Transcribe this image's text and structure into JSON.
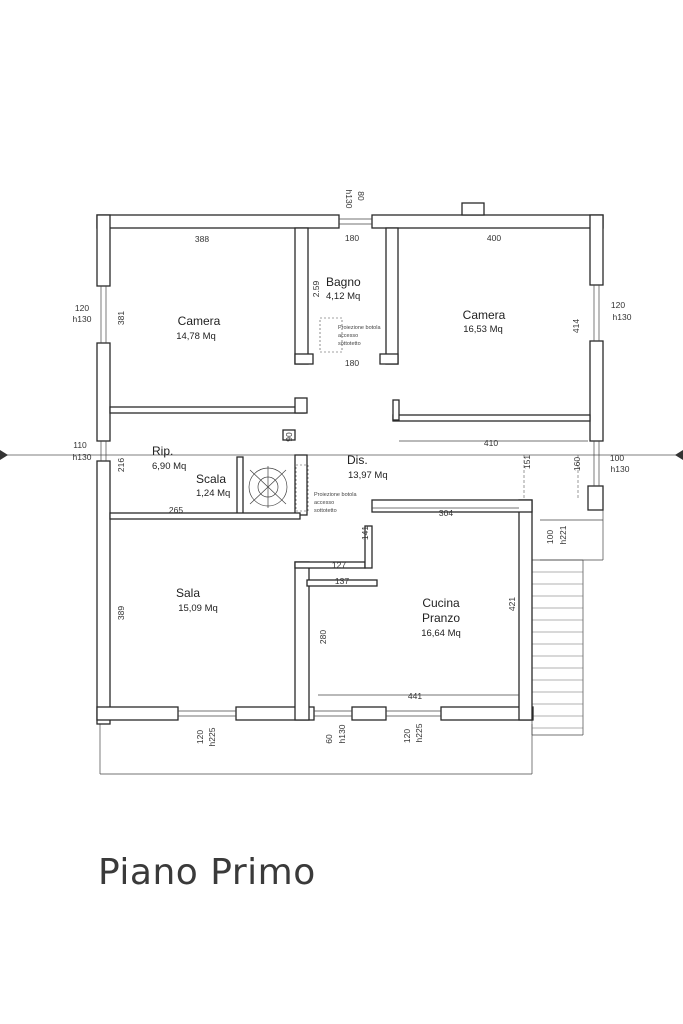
{
  "title": "Piano Primo",
  "rooms": {
    "camera1": {
      "name": "Camera",
      "area": "14,78 Mq"
    },
    "bagno": {
      "name": "Bagno",
      "area": "4,12 Mq"
    },
    "camera2": {
      "name": "Camera",
      "area": "16,53 Mq"
    },
    "rip": {
      "name": "Rip.",
      "area": "6,90 Mq"
    },
    "scala": {
      "name": "Scala",
      "area": "1,24 Mq"
    },
    "dis": {
      "name": "Dis.",
      "area": "13,97 Mq"
    },
    "sala": {
      "name": "Sala",
      "area": "15,09 Mq"
    },
    "cucina": {
      "name": "Cucina",
      "name2": "Pranzo",
      "area": "16,64 Mq"
    }
  },
  "dims": {
    "d388": "388",
    "d180a": "180",
    "d400": "400",
    "d259": "2.59",
    "d180b": "180",
    "d381": "381",
    "d414": "414",
    "d410": "410",
    "d151": "151",
    "d160": "160",
    "d216": "216",
    "d90": "90",
    "d265": "265",
    "d304": "304",
    "d141": "141",
    "d127": "127",
    "d137": "137",
    "d389": "389",
    "d421": "421",
    "d280": "280",
    "d441": "441",
    "top_w": "80",
    "top_h": "h130",
    "w_l1": "120",
    "w_l1h": "h130",
    "w_r1": "120",
    "w_r1h": "h130",
    "w_l2": "110",
    "w_l2h": "h130",
    "w_r2": "100",
    "w_r2h": "h130",
    "door_r": "100",
    "door_rh": "h221",
    "b1": "120",
    "b1h": "h225",
    "b2": "60",
    "b2h": "h130",
    "b3": "120",
    "b3h": "h225"
  },
  "notes": {
    "bagno_note1": "Proiezione botola",
    "bagno_note2": "accesso",
    "bagno_note3": "sottotetto",
    "dis_note1": "Proiezione botola",
    "dis_note2": "accesso",
    "dis_note3": "sottotetto"
  }
}
